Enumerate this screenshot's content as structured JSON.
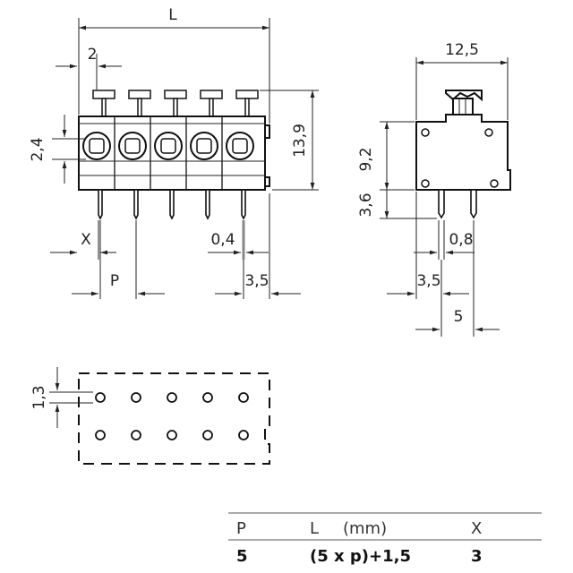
{
  "dimensions": {
    "length": "L",
    "edge": "2",
    "width": "12,5",
    "hole": "2,4",
    "height": "13,9",
    "upper": "9,2",
    "lower": "3,6",
    "offset": "X",
    "pin_width": "0,4",
    "pin_thick": "0,8",
    "pitch": "P",
    "pin_pos_front": "3,5",
    "pin_pos_side": "3,5",
    "row_gap": "5",
    "hole_offset": "1,3"
  },
  "table": {
    "headers": [
      "P",
      "L",
      "(mm)",
      "X"
    ],
    "values": [
      "5",
      "(5 x p)+1,5",
      "3"
    ]
  }
}
